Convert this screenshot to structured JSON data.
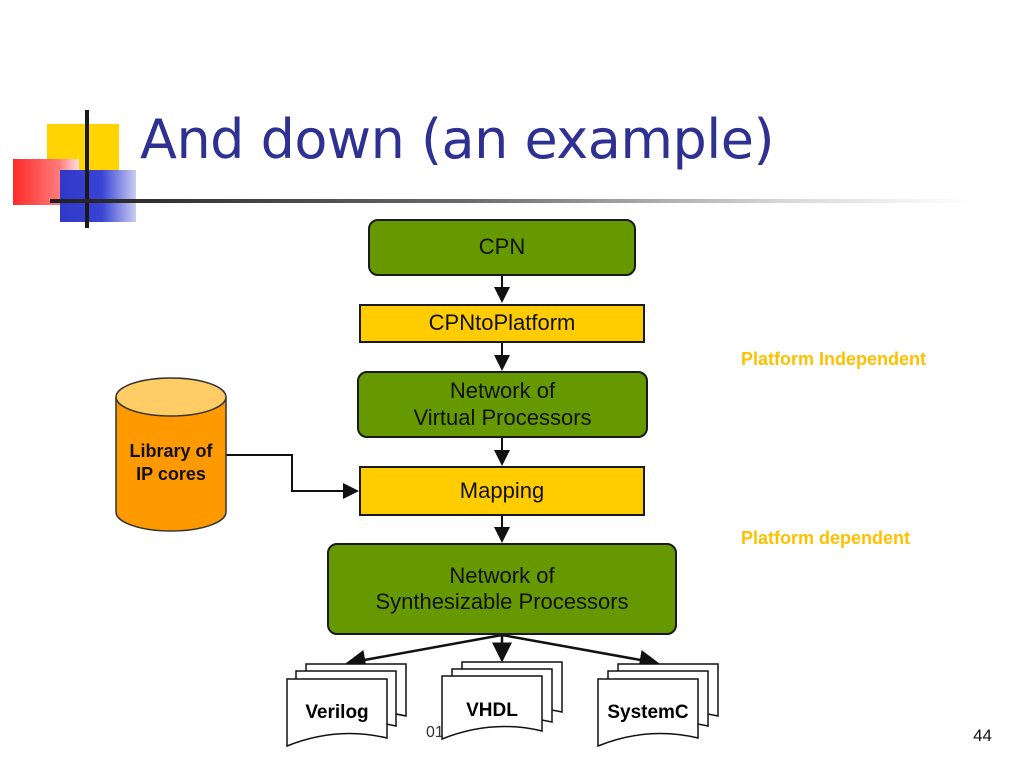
{
  "slide": {
    "title": "And down (an example)",
    "footer": "01",
    "page_number": "44"
  },
  "diagram": {
    "boxes": {
      "cpn": "CPN",
      "cpn_to_platform": "CPNtoPlatform",
      "virtual_processors": "Network of\nVirtual Processors",
      "mapping": "Mapping",
      "synthesizable_processors": "Network of\nSynthesizable Processors"
    },
    "library": "Library of\nIP cores",
    "labels": {
      "platform_independent": "Platform Independent",
      "platform_dependent": "Platform dependent"
    },
    "outputs": [
      "Verilog",
      "VHDL",
      "SystemC"
    ],
    "colors": {
      "title": "#2e3192",
      "process_box": "#669900",
      "transform_box": "#ffcc00",
      "side_label": "#ffc000",
      "library": "#ff9900"
    }
  }
}
